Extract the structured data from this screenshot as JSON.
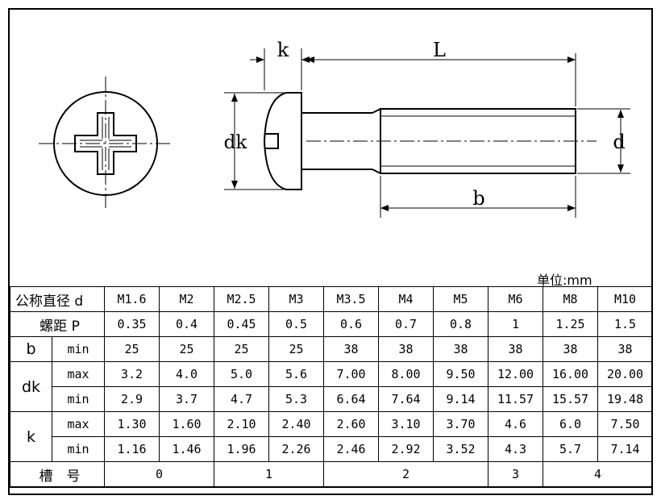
{
  "drawing": {
    "labels": {
      "k": "k",
      "L": "L",
      "dk": "dk",
      "d": "d",
      "b": "b"
    },
    "unit_label": "单位:mm"
  },
  "table": {
    "header_label": "公称直径 d",
    "sizes": [
      "M1.6",
      "M2",
      "M2.5",
      "M3",
      "M3.5",
      "M4",
      "M5",
      "M6",
      "M8",
      "M10"
    ],
    "pitch": {
      "label": "螺距 P",
      "values": [
        "0.35",
        "0.4",
        "0.45",
        "0.5",
        "0.6",
        "0.7",
        "0.8",
        "1",
        "1.25",
        "1.5"
      ]
    },
    "b": {
      "label": "b",
      "sub": "min",
      "values": [
        "25",
        "25",
        "25",
        "25",
        "38",
        "38",
        "38",
        "38",
        "38",
        "38"
      ]
    },
    "dk": {
      "label": "dk",
      "max": {
        "sub": "max",
        "values": [
          "3.2",
          "4.0",
          "5.0",
          "5.6",
          "7.00",
          "8.00",
          "9.50",
          "12.00",
          "16.00",
          "20.00"
        ]
      },
      "min": {
        "sub": "min",
        "values": [
          "2.9",
          "3.7",
          "4.7",
          "5.3",
          "6.64",
          "7.64",
          "9.14",
          "11.57",
          "15.57",
          "19.48"
        ]
      }
    },
    "k": {
      "label": "k",
      "max": {
        "sub": "max",
        "values": [
          "1.30",
          "1.60",
          "2.10",
          "2.40",
          "2.60",
          "3.10",
          "3.70",
          "4.6",
          "6.0",
          "7.50"
        ]
      },
      "min": {
        "sub": "min",
        "values": [
          "1.16",
          "1.46",
          "1.96",
          "2.26",
          "2.46",
          "2.92",
          "3.52",
          "4.3",
          "5.7",
          "7.14"
        ]
      }
    },
    "slot": {
      "label": "槽　号",
      "groups": [
        "0",
        "1",
        "2",
        "3",
        "4"
      ]
    }
  }
}
